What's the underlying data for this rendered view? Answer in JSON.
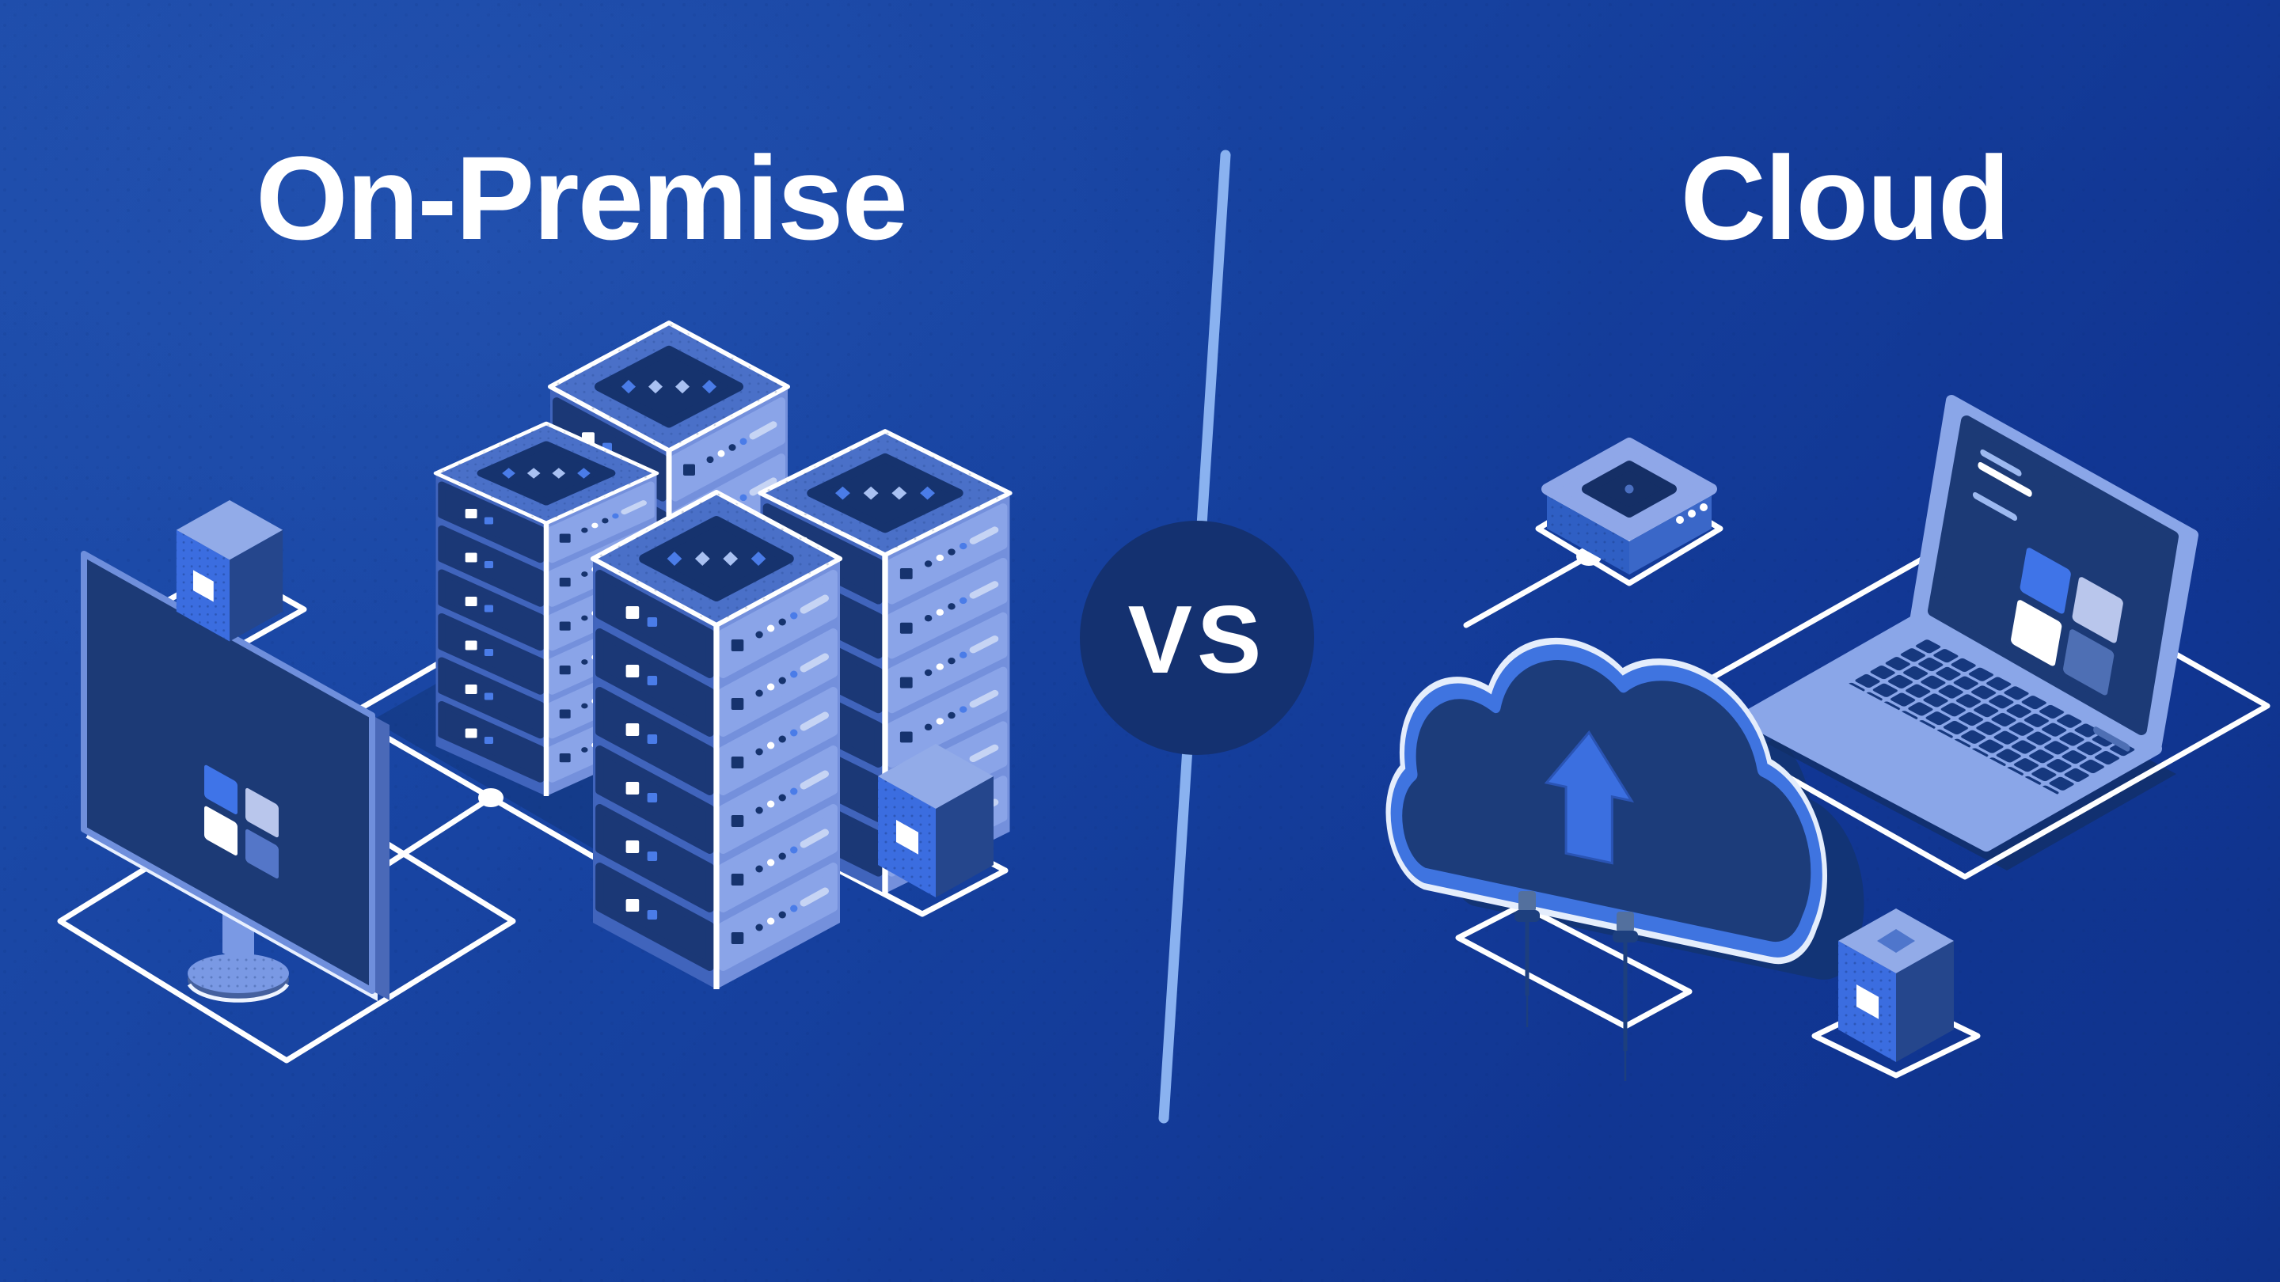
{
  "comparison": {
    "vs_label": "VS",
    "left": {
      "title": "On-Premise",
      "icons": [
        "storage-cube-icon",
        "monitor-icon",
        "server-rack-icon",
        "server-rack-icon",
        "server-rack-icon",
        "server-rack-icon",
        "storage-cube-icon"
      ]
    },
    "right": {
      "title": "Cloud",
      "icons": [
        "router-icon",
        "laptop-icon",
        "cloud-upload-icon",
        "upload-arrow-icon",
        "power-plug-icon",
        "storage-cube-icon"
      ]
    }
  },
  "colors": {
    "background_top": "#1e4dab",
    "background_bottom": "#0f338c",
    "accent_blue": "#3f74e0",
    "bright_blue": "#4a7ce8",
    "light_periwinkle": "#8aa6e8",
    "medium_blue": "#7490dc",
    "dark_navy_panel": "#16336e",
    "dark_navy_fill": "#1c3c7a",
    "shadow_navy": "#113068",
    "line_white": "#ffffff",
    "divider_line": "#8ab2f0",
    "vs_circle": "#143170",
    "title_text": "#ffffff"
  }
}
